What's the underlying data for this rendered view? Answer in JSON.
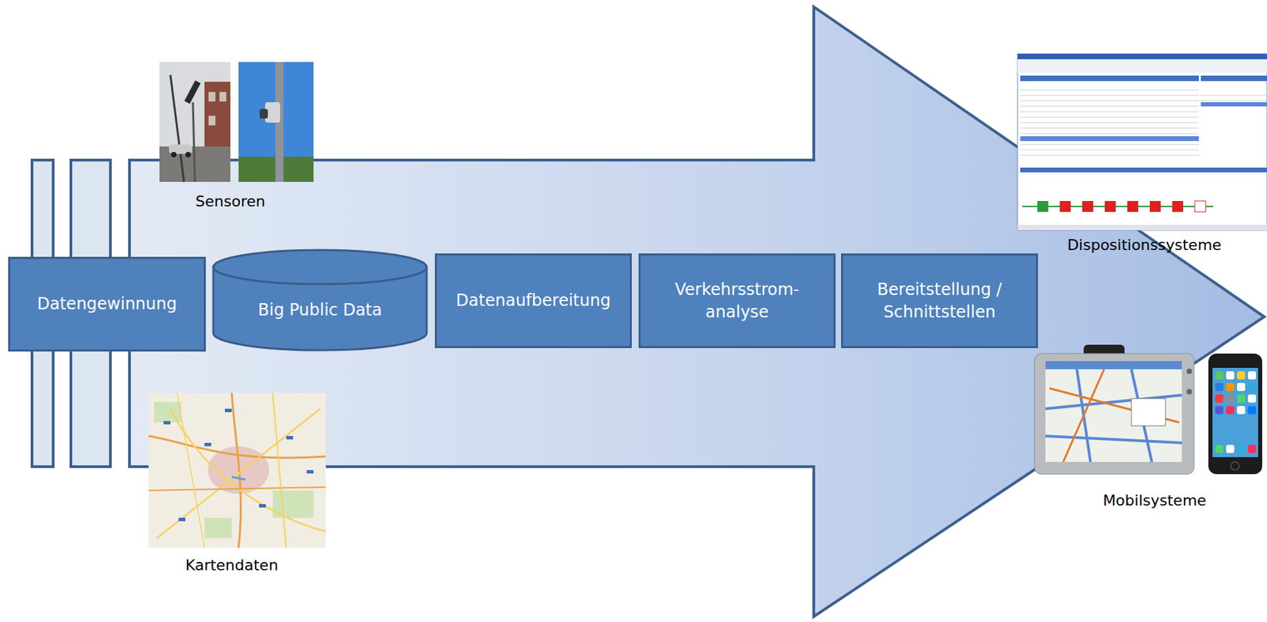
{
  "diagram": {
    "nodes": [
      {
        "text": [
          "Datengewinnung"
        ]
      },
      {
        "text": [
          "Big Public Data"
        ]
      },
      {
        "text": [
          "Datenaufbereitung"
        ]
      },
      {
        "text": [
          "Verkehrsstrom- analyse"
        ]
      },
      {
        "text": [
          "Bereitstellung / Schnittstellen"
        ]
      }
    ],
    "labels": [
      "Sensoren",
      "Kartendaten",
      "Dispositionssysteme",
      "Mobilsysteme"
    ]
  }
}
